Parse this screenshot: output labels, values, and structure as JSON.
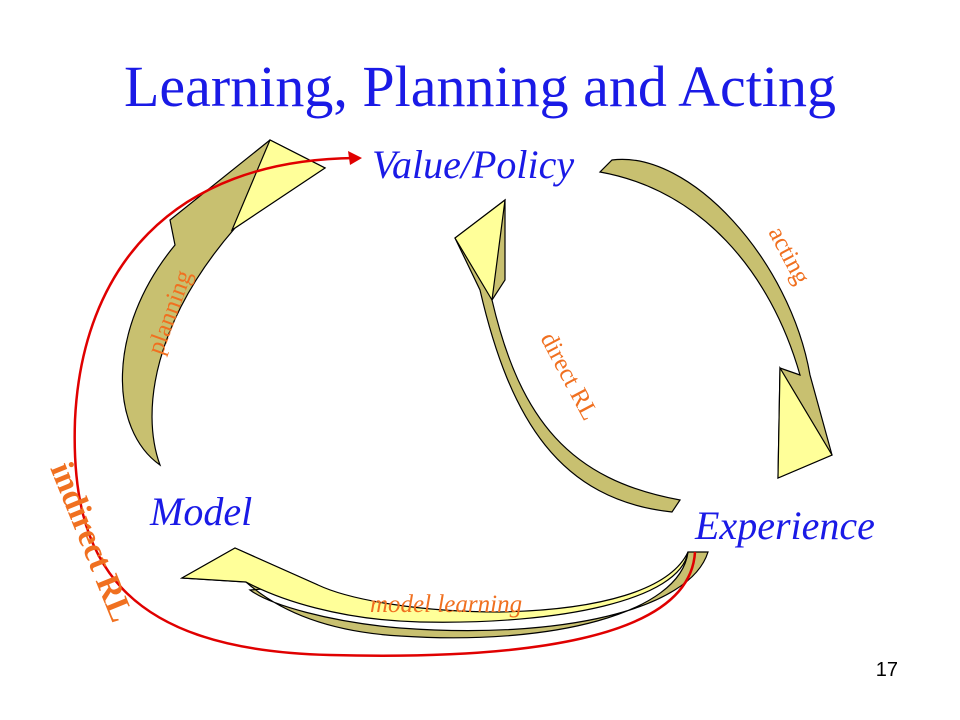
{
  "title": "Learning, Planning and Acting",
  "nodes": {
    "value_policy": "Value/Policy",
    "experience": "Experience",
    "model": "Model"
  },
  "arrows": {
    "acting": "acting",
    "direct_rl": "direct RL",
    "planning": "planning",
    "model_learning": "model learning",
    "indirect_rl": "indirect RL"
  },
  "slide_number": "17",
  "colors": {
    "title": "#1a1ae6",
    "node_text": "#1a1ae6",
    "arrow_label": "#f07020",
    "arrow_fill_dark": "#c8c070",
    "arrow_fill_light": "#ffff99",
    "indirect_path": "#e00000"
  }
}
